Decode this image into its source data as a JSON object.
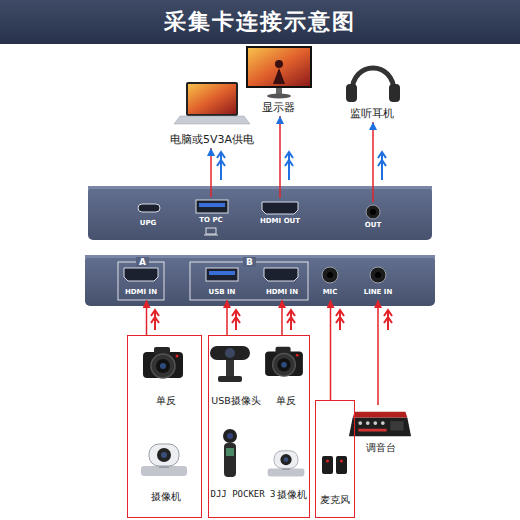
{
  "diagram": {
    "title": "采集卡连接示意图",
    "nodes": [
      {
        "text": [
          "电脑或5V3A供电"
        ]
      },
      {
        "text": [
          "显示器"
        ]
      },
      {
        "text": [
          "监听耳机"
        ]
      },
      {
        "text": [
          "UPG"
        ]
      },
      {
        "text": [
          "TO PC"
        ]
      },
      {
        "text": [
          "HDMI OUT"
        ]
      },
      {
        "text": [
          "OUT"
        ]
      },
      {
        "text": [
          "HDMI IN"
        ]
      },
      {
        "text": [
          "USB IN"
        ]
      },
      {
        "text": [
          "HDMI IN"
        ]
      },
      {
        "text": [
          "MIC"
        ]
      },
      {
        "text": [
          "LINE IN"
        ]
      },
      {
        "text": []
      },
      {
        "text": [
          "单反"
        ],
        "in": 12
      },
      {
        "text": [
          "摄像机"
        ],
        "in": 12
      },
      {
        "text": []
      },
      {
        "text": [
          "USB摄像头"
        ],
        "in": 15
      },
      {
        "text": [
          "单反"
        ],
        "in": 15
      },
      {
        "text": [
          "DJJ POCKER 3"
        ],
        "in": 15
      },
      {
        "text": [
          "摄像机"
        ],
        "in": 15
      },
      {
        "text": [
          "麦克风"
        ]
      },
      {
        "text": [
          "调音台"
        ]
      }
    ],
    "edges": [
      {
        "from": 4,
        "to": 0,
        "arrow": "to"
      },
      {
        "from": 5,
        "to": 1,
        "arrow": "to"
      },
      {
        "from": 6,
        "to": 2,
        "arrow": "to"
      },
      {
        "from": 12,
        "to": 7,
        "arrow": "to"
      },
      {
        "from": 15,
        "to": 8,
        "arrow": "to"
      },
      {
        "from": 15,
        "to": 9,
        "arrow": "to"
      },
      {
        "from": 20,
        "to": 10,
        "arrow": "to"
      },
      {
        "from": 21,
        "to": 11,
        "arrow": "to"
      }
    ],
    "labels": [
      "A",
      "B"
    ]
  }
}
